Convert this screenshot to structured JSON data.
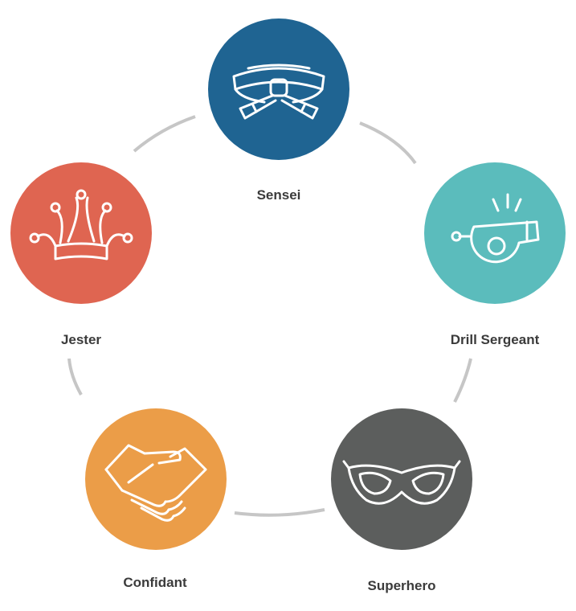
{
  "diagram": {
    "nodes": [
      {
        "label": "Sensei",
        "icon": "karate-belt-icon",
        "color": "#1f6492"
      },
      {
        "label": "Drill Sergeant",
        "icon": "whistle-icon",
        "color": "#5bbcbc"
      },
      {
        "label": "Superhero",
        "icon": "eye-mask-icon",
        "color": "#5c5e5d"
      },
      {
        "label": "Confidant",
        "icon": "handshake-icon",
        "color": "#eb9d48"
      },
      {
        "label": "Jester",
        "icon": "jester-hat-icon",
        "color": "#df6551"
      }
    ],
    "connector_color": "#c6c6c6"
  }
}
